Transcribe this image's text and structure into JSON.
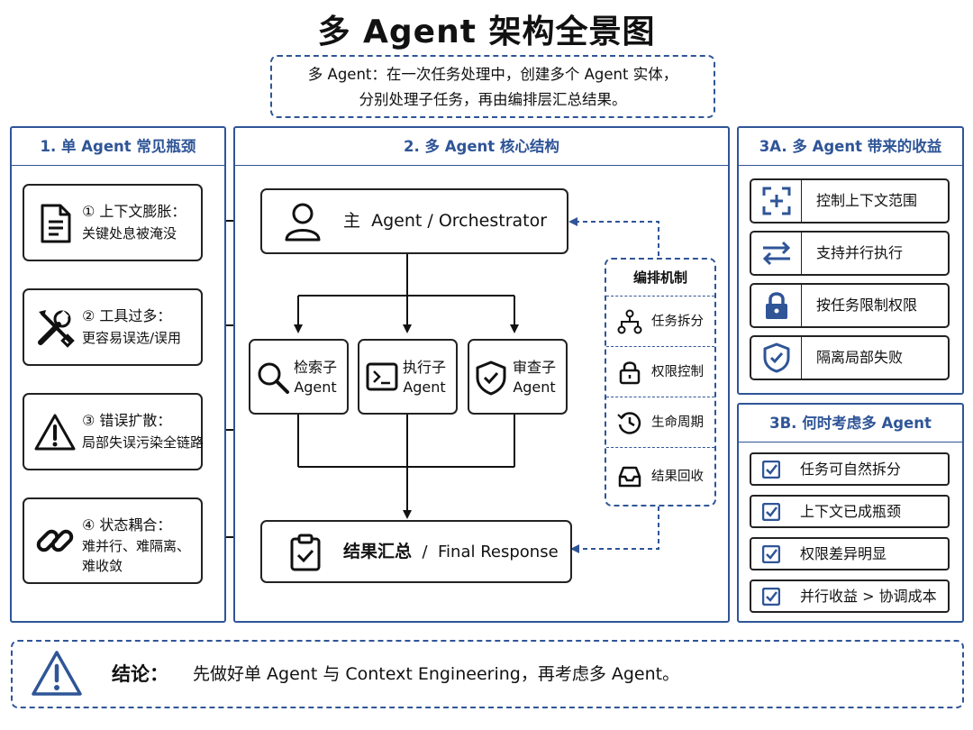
{
  "title": "多 Agent 架构全景图",
  "intro": {
    "line1": "多 Agent：在一次任务处理中，创建多个 Agent 实体，",
    "line2": "分别处理子任务，再由编排层汇总结果。"
  },
  "panel1": {
    "heading": "1. 单 Agent 常见瓶颈",
    "items": [
      {
        "title": "① 上下文膨胀：",
        "desc": [
          "关键处息被淹没"
        ],
        "icon": "document-icon"
      },
      {
        "title": "② 工具过多：",
        "desc": [
          "更容易误选/误用"
        ],
        "icon": "tools-icon"
      },
      {
        "title": "③ 错误扩散：",
        "desc": [
          "局部失误污染全链路"
        ],
        "icon": "warning-icon"
      },
      {
        "title": "④ 状态耦合：",
        "desc": [
          "难并行、难隔离、",
          "难收敛"
        ],
        "icon": "link-icon"
      }
    ]
  },
  "panel2": {
    "heading": "2. 多 Agent 核心结构",
    "orchestrator": {
      "prefix": "主",
      "label": "Agent / Orchestrator",
      "icon": "user-icon"
    },
    "subagents": [
      {
        "line1": "检索子",
        "line2": "Agent",
        "icon": "search-icon"
      },
      {
        "line1": "执行子",
        "line2": "Agent",
        "icon": "terminal-icon"
      },
      {
        "line1": "审查子",
        "line2": "Agent",
        "icon": "shield-check-icon"
      }
    ],
    "result": {
      "prefix": "结果汇总",
      "separator": "/",
      "label": "Final Response",
      "icon": "clipboard-check-icon"
    },
    "orchestration": {
      "heading": "编排机制",
      "items": [
        {
          "label": "任务拆分",
          "icon": "hierarchy-icon"
        },
        {
          "label": "权限控制",
          "icon": "lock-icon"
        },
        {
          "label": "生命周期",
          "icon": "clock-history-icon"
        },
        {
          "label": "结果回收",
          "icon": "inbox-icon"
        }
      ]
    }
  },
  "panel3a": {
    "heading": "3A. 多 Agent 带来的收益",
    "items": [
      {
        "label": "控制上下文范围",
        "icon": "focus-plus-icon"
      },
      {
        "label": "支持并行执行",
        "icon": "parallel-arrows-icon"
      },
      {
        "label": "按任务限制权限",
        "icon": "padlock-icon"
      },
      {
        "label": "隔离局部失败",
        "icon": "shield-check-icon"
      }
    ]
  },
  "panel3b": {
    "heading": "3B. 何时考虑多 Agent",
    "items": [
      {
        "label": "任务可自然拆分"
      },
      {
        "label": "上下文已成瓶颈"
      },
      {
        "label": "权限差异明显"
      },
      {
        "label": "并行收益 > 协调成本"
      }
    ]
  },
  "conclusion": {
    "label": "结论：",
    "text": "先做好单 Agent 与 Context Engineering，再考虑多 Agent。",
    "icon": "warning-icon"
  },
  "colors": {
    "accent": "#2f5597",
    "ink": "#111111",
    "background": "#ffffff"
  }
}
